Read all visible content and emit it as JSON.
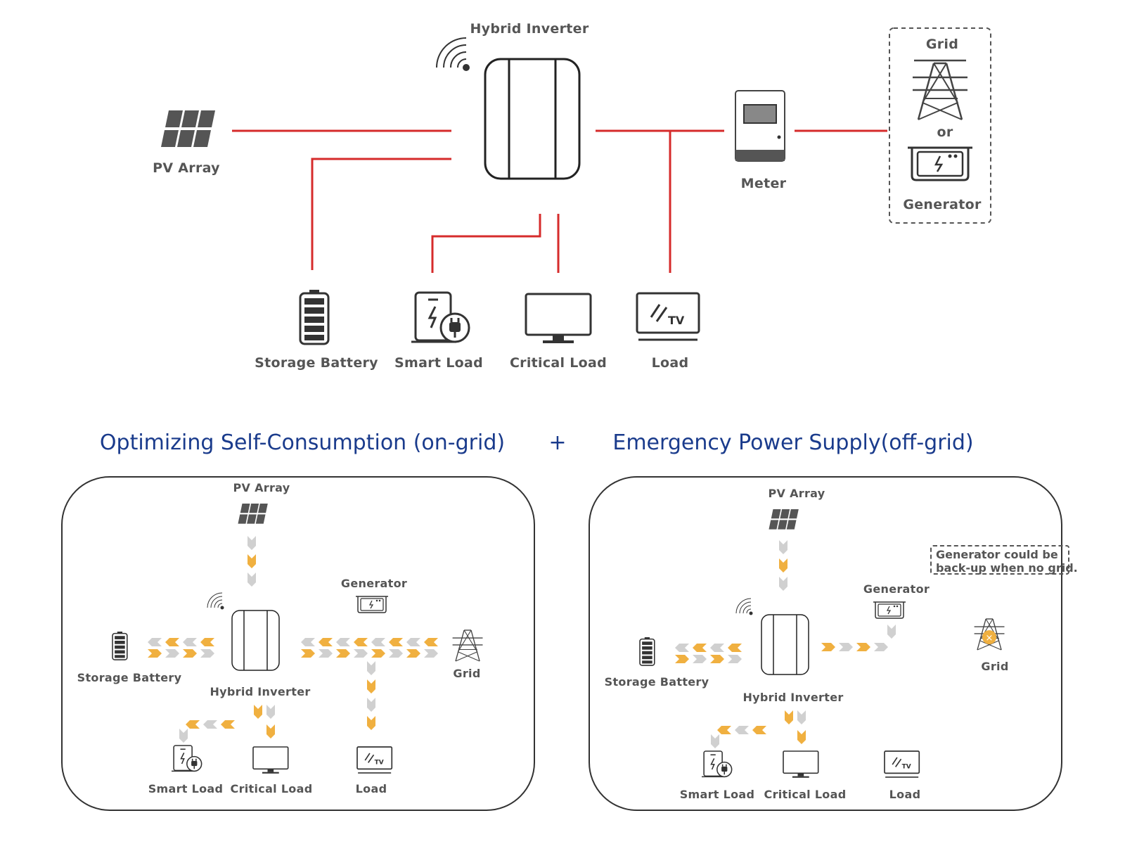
{
  "top_diagram": {
    "hybrid_inverter": "Hybrid Inverter",
    "pv_array": "PV Array",
    "meter": "Meter",
    "grid": "Grid",
    "or": "or",
    "generator": "Generator",
    "storage_battery": "Storage Battery",
    "smart_load": "Smart Load",
    "critical_load": "Critical Load",
    "load": "Load"
  },
  "headings": {
    "on_grid": "Optimizing Self-Consumption (on-grid)",
    "plus": "+",
    "off_grid": "Emergency Power Supply(off-grid)"
  },
  "on_grid_panel": {
    "pv_array": "PV Array",
    "generator": "Generator",
    "storage_battery": "Storage Battery",
    "hybrid_inverter": "Hybrid Inverter",
    "grid": "Grid",
    "smart_load": "Smart Load",
    "critical_load": "Critical Load",
    "load": "Load"
  },
  "off_grid_panel": {
    "pv_array": "PV Array",
    "note_line1": "Generator could be",
    "note_line2": "back-up when no grid.",
    "generator": "Generator",
    "storage_battery": "Storage Battery",
    "hybrid_inverter": "Hybrid Inverter",
    "grid": "Grid",
    "smart_load": "Smart Load",
    "critical_load": "Critical Load",
    "load": "Load"
  },
  "colors": {
    "line_red": "#d62b2b",
    "arrow_orange": "#f0b040",
    "arrow_grey": "#d0d0d0",
    "heading_blue": "#1a3b8c",
    "icon_dark": "#333333"
  }
}
